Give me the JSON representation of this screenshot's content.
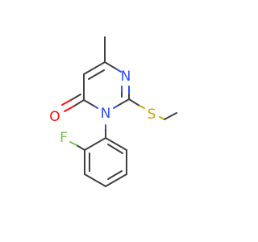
{
  "molecule": {
    "atoms": {
      "oxygen": {
        "symbol": "O",
        "color": "#ff0d0d"
      },
      "nitrogen_top": {
        "symbol": "N",
        "color": "#3050f8"
      },
      "nitrogen_ring": {
        "symbol": "N",
        "color": "#3050f8"
      },
      "sulfur": {
        "symbol": "S",
        "color": "#c8a800"
      },
      "fluorine": {
        "symbol": "F",
        "color": "#7cc24a"
      }
    },
    "bond_color": "#404040"
  }
}
